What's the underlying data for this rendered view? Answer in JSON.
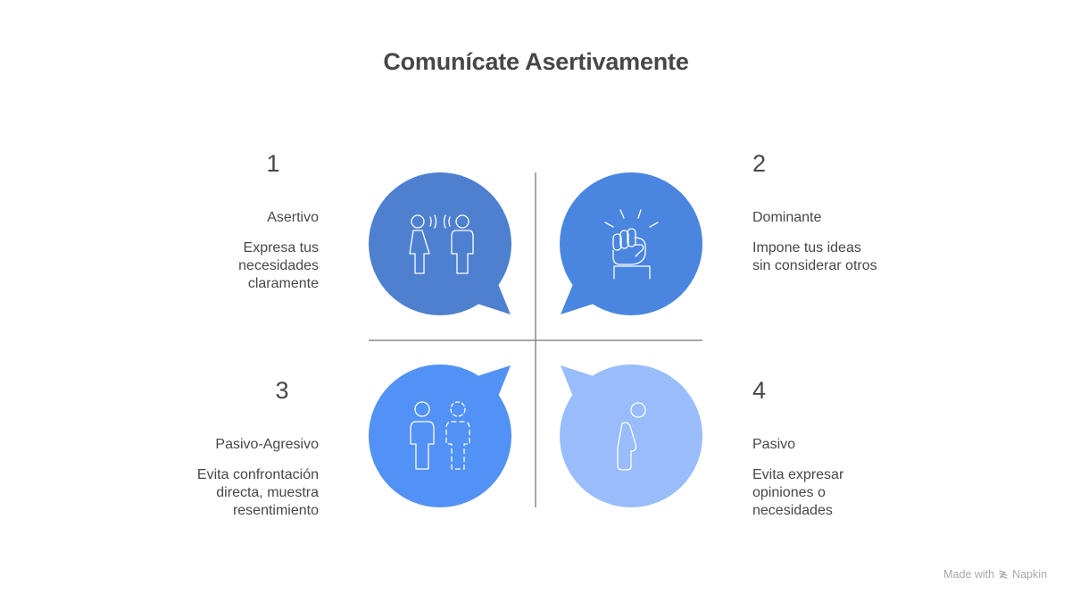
{
  "title": "Comunícate Asertivamente",
  "quadrants": [
    {
      "number": "1",
      "label": "Asertivo",
      "description": "Expresa tus\nnecesidades\nclaramente",
      "color": "#4e80d0",
      "icon": "two-people-talking-icon"
    },
    {
      "number": "2",
      "label": "Dominante",
      "description": "Impone tus ideas\nsin considerar otros",
      "color": "#4a86e0",
      "icon": "raised-fist-icon"
    },
    {
      "number": "3",
      "label": "Pasivo-Agresivo",
      "description": "Evita confrontación\ndirecta, muestra\nresentimiento",
      "color": "#5291f5",
      "icon": "person-with-dashed-person-icon"
    },
    {
      "number": "4",
      "label": "Pasivo",
      "description": "Evita expresar\nopiniones o\nnecesidades",
      "color": "#99bcfb",
      "icon": "bowing-person-icon"
    }
  ],
  "footer": {
    "made_with": "Made with",
    "brand": "Napkin"
  }
}
